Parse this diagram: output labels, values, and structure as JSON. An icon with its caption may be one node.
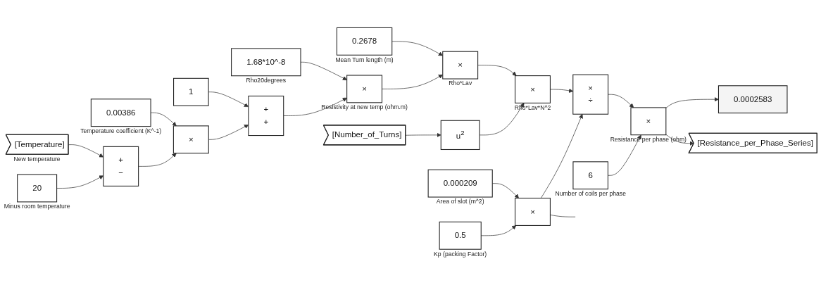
{
  "diagram": {
    "nodes": [
      {
        "text": [
          "0.2678"
        ],
        "beside": [
          "Mean Turn length (m)"
        ]
      },
      {
        "text": [
          "×"
        ],
        "beside": [
          "Rho*Lav"
        ]
      },
      {
        "text": [
          "1.68*10^-8"
        ],
        "beside": [
          "Rho20degrees"
        ]
      },
      {
        "text": [
          "×"
        ],
        "beside": [
          "Resistivity at new temp (ohm.m)"
        ]
      },
      {
        "text": [
          "×"
        ],
        "beside": [
          "Rho*Lav*N^2"
        ]
      },
      {
        "text": [
          "0.00386"
        ],
        "beside": [
          "Temperature coefficient (K^-1)"
        ]
      },
      {
        "text": [
          "1"
        ]
      },
      {
        "text": [
          "+",
          "+"
        ]
      },
      {
        "text": [
          "[Temperature]"
        ],
        "beside": [
          "New temperature"
        ]
      },
      {
        "text": [
          "+",
          "−"
        ]
      },
      {
        "text": [
          "×"
        ]
      },
      {
        "text": [
          "20"
        ],
        "beside": [
          "Minus room temperature"
        ]
      },
      {
        "text": [
          "u$^{2}$"
        ]
      },
      {
        "text": [
          "[Number_of_Turns]"
        ]
      },
      {
        "text": [
          "×",
          "÷"
        ]
      },
      {
        "text": [
          "×"
        ],
        "beside": [
          "Resistance per phase (ohm)"
        ]
      },
      {
        "text": [
          "6"
        ],
        "beside": [
          "Number of coils per phase"
        ]
      },
      {
        "text": [
          "0.0002583"
        ]
      },
      {
        "text": [
          "[Resistance_per_Phase_Series]"
        ]
      },
      {
        "text": [
          "0.000209"
        ],
        "beside": [
          "Area of slot (m^2)"
        ]
      },
      {
        "text": [
          "×"
        ]
      },
      {
        "text": [
          "0.5"
        ],
        "beside": [
          "Kp (packing Factor)"
        ]
      }
    ],
    "edges": [
      {
        "from": 0,
        "to": 1,
        "arrow": "to"
      },
      {
        "from": 3,
        "to": 1,
        "arrow": "to"
      },
      {
        "from": 2,
        "to": 3,
        "arrow": "to"
      },
      {
        "from": 7,
        "to": 3,
        "arrow": "to"
      },
      {
        "from": 1,
        "to": 4,
        "arrow": "to"
      },
      {
        "from": 12,
        "to": 4,
        "arrow": "to"
      },
      {
        "from": 5,
        "to": 10,
        "arrow": "to"
      },
      {
        "from": 6,
        "to": 7,
        "arrow": "to"
      },
      {
        "from": 10,
        "to": 7,
        "arrow": "to"
      },
      {
        "from": 8,
        "to": 9,
        "arrow": "to"
      },
      {
        "from": 11,
        "to": 9,
        "arrow": "to"
      },
      {
        "from": 9,
        "to": 10,
        "arrow": "to"
      },
      {
        "from": 13,
        "to": 12,
        "arrow": "to"
      },
      {
        "from": 4,
        "to": 14,
        "arrow": "to"
      },
      {
        "from": 20,
        "to": 14,
        "arrow": "to"
      },
      {
        "from": 14,
        "to": 15,
        "arrow": "to"
      },
      {
        "from": 16,
        "to": 15,
        "arrow": "to"
      },
      {
        "from": 15,
        "to": 17,
        "arrow": "to"
      },
      {
        "from": 15,
        "to": 18,
        "arrow": "to"
      },
      {
        "from": 19,
        "to": 20,
        "arrow": "to"
      },
      {
        "from": 21,
        "to": 20,
        "arrow": "to"
      },
      {
        "from": 20,
        "to": null,
        "arrow": "none"
      }
    ]
  }
}
